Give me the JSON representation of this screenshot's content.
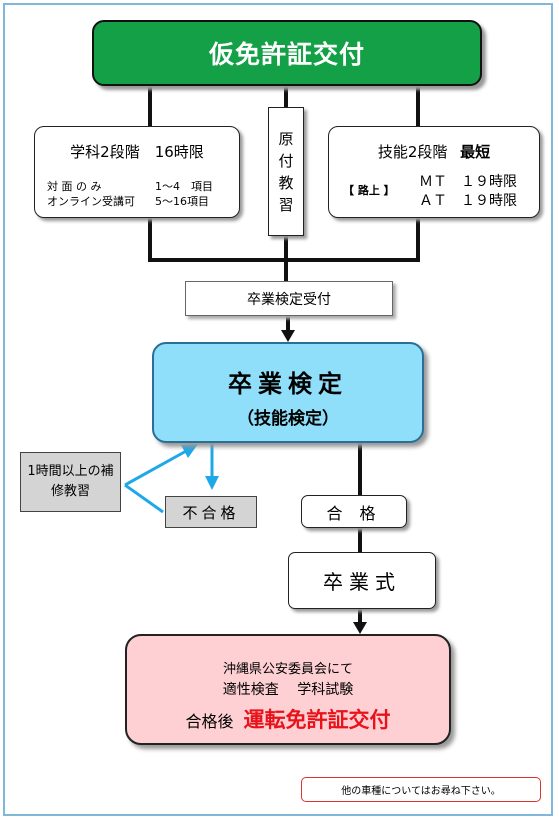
{
  "title": "仮免許証交付",
  "gakka": {
    "title": "学科2段階　16時限",
    "row1_label": "対 面 の み",
    "row1_value": "1～4　項目",
    "row2_label": "オンライン受講可",
    "row2_value": "5～16項目"
  },
  "gino": {
    "title_a": "技能2段階",
    "title_b": "最短",
    "road_label": "【 路上 】",
    "mt": "ＭＴ　１９時限",
    "at": "ＡＴ　１９時限"
  },
  "karitsuke": "原付教習",
  "sotsugyo_uketsuke": "卒業検定受付",
  "kentei": {
    "main": "卒業検定",
    "sub": "（技能検定）"
  },
  "hoshu": "1時間以上の補修教習",
  "fugokaku": "不合格",
  "gokaku": "合 格",
  "sotsugyoshiki": "卒業式",
  "final": {
    "line1": "沖縄県公安委員会にて",
    "line2": "適性検査　 学科試験",
    "line3_a": "合格後",
    "line3_b": "運転免許証交付"
  },
  "note": "他の車種についてはお尋ね下さい。",
  "colors": {
    "green": "#14a046",
    "light_blue": "#8fdffa",
    "pink": "#fed0d3",
    "red_text": "#e8121a",
    "arrow_blue": "#1ea8e8",
    "gray": "#d4d4d4"
  }
}
